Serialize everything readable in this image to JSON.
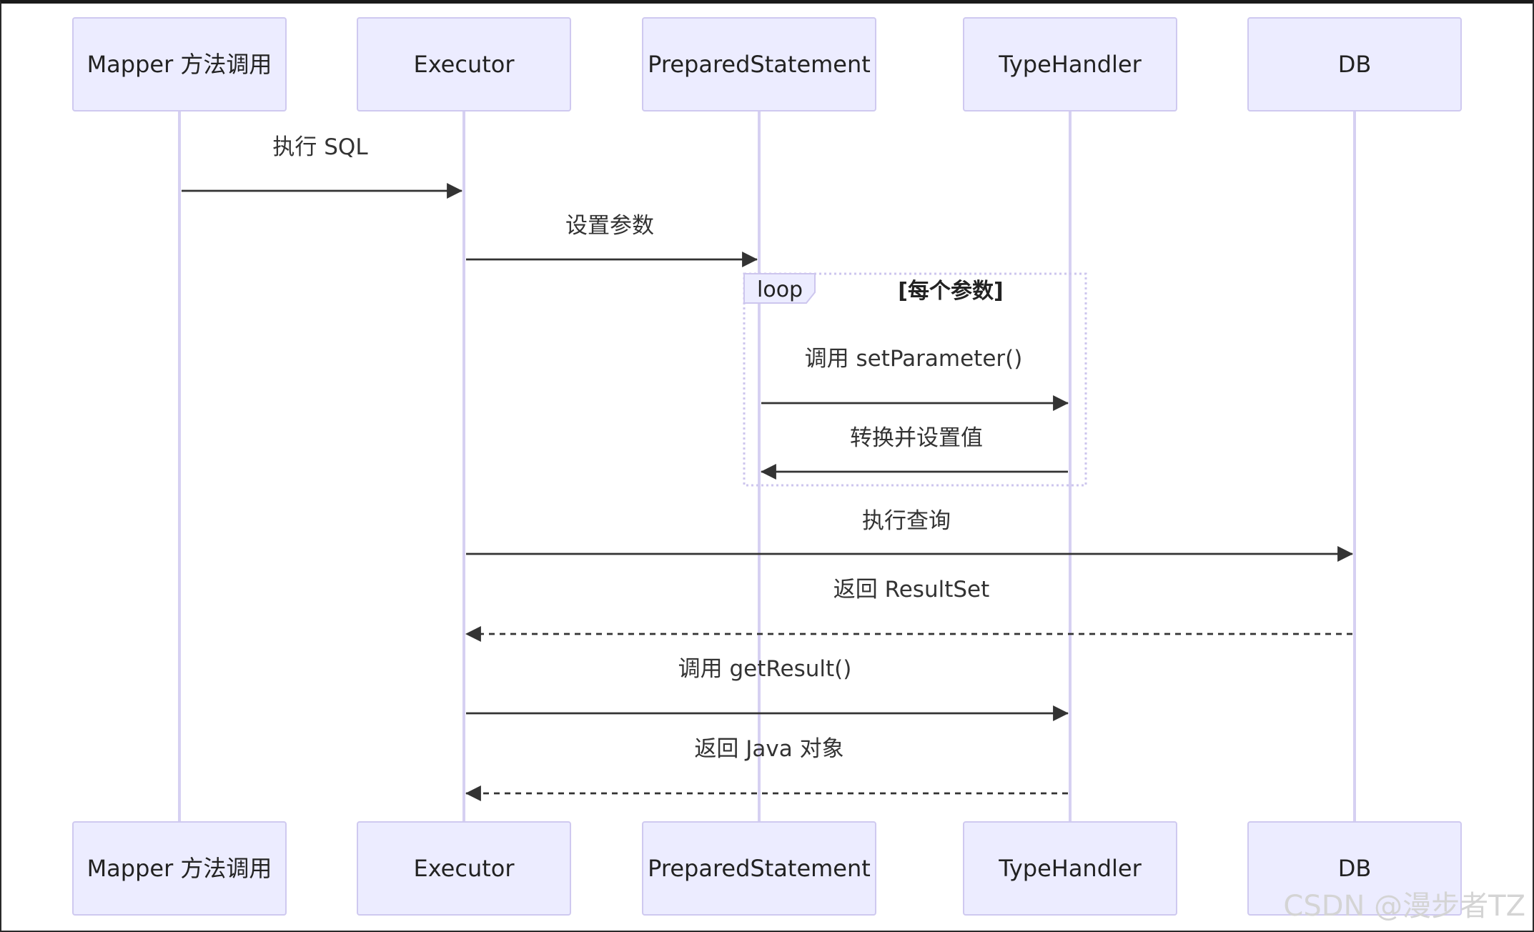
{
  "diagram": {
    "type": "sequence",
    "participants": [
      {
        "id": "mapper",
        "label": "Mapper 方法调用"
      },
      {
        "id": "executor",
        "label": "Executor"
      },
      {
        "id": "ps",
        "label": "PreparedStatement"
      },
      {
        "id": "th",
        "label": "TypeHandler"
      },
      {
        "id": "db",
        "label": "DB"
      }
    ],
    "messages": [
      {
        "from": "mapper",
        "to": "executor",
        "label": "执行 SQL",
        "style": "solid"
      },
      {
        "from": "executor",
        "to": "ps",
        "label": "设置参数",
        "style": "solid"
      },
      {
        "from": "ps",
        "to": "th",
        "label": "调用 setParameter()",
        "style": "solid"
      },
      {
        "from": "th",
        "to": "ps",
        "label": "转换并设置值",
        "style": "solid"
      },
      {
        "from": "executor",
        "to": "db",
        "label": "执行查询",
        "style": "solid"
      },
      {
        "from": "db",
        "to": "executor",
        "label": "返回 ResultSet",
        "style": "dashed"
      },
      {
        "from": "executor",
        "to": "th",
        "label": "调用 getResult()",
        "style": "solid"
      },
      {
        "from": "th",
        "to": "executor",
        "label": "返回 Java 对象",
        "style": "dashed"
      }
    ],
    "loop": {
      "label": "loop",
      "condition": "[每个参数]",
      "covers_messages": [
        2,
        3
      ]
    }
  },
  "watermark": "CSDN @漫步者TZ",
  "colors": {
    "actor_fill": "#ececff",
    "actor_stroke": "#cfc9f0",
    "lifeline": "#d6d0f2",
    "arrow": "#333333"
  }
}
